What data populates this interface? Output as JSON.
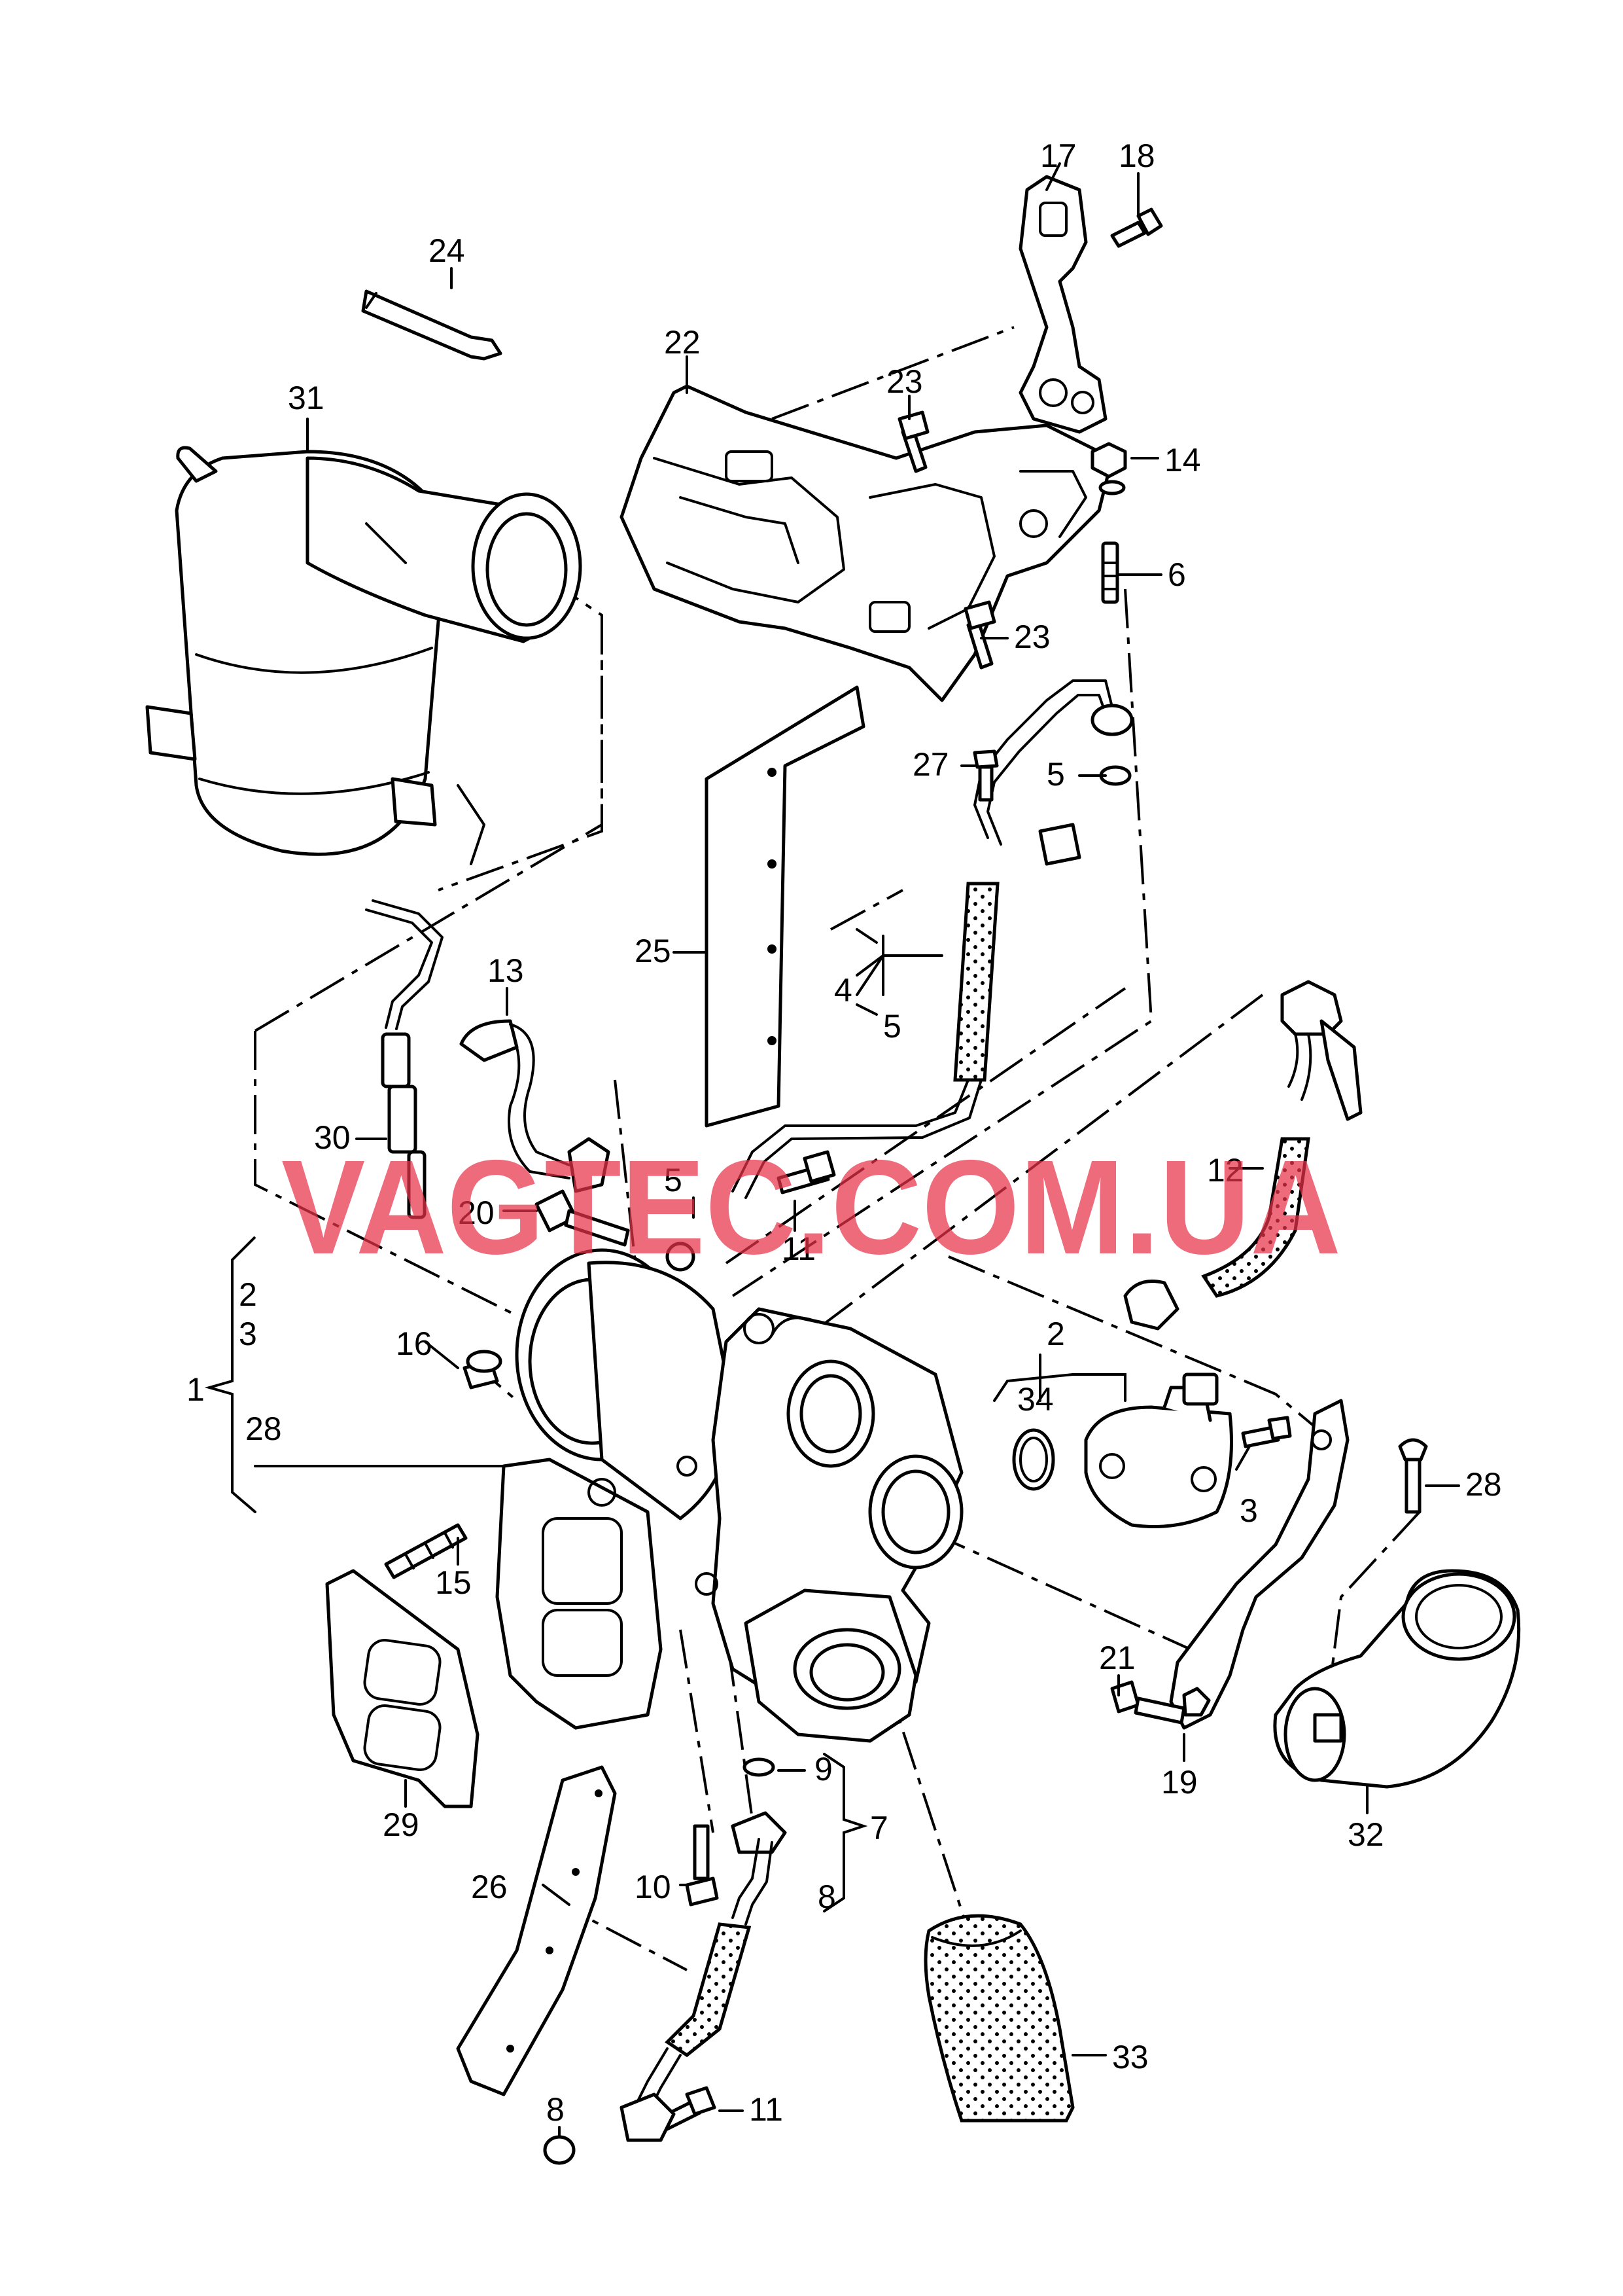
{
  "watermark": "VAGTEC.COM.UA",
  "colors": {
    "line": "#000000",
    "background": "#ffffff",
    "watermark": "#e8324a"
  },
  "callouts": {
    "n1": "1",
    "n2a": "2",
    "n3a": "3",
    "n28a": "28",
    "n2b": "2",
    "n34": "34",
    "n3b": "3",
    "n4": "4",
    "n5a": "5",
    "n5b": "5",
    "n5c": "5",
    "n6": "6",
    "n7": "7",
    "n8a": "8",
    "n8b": "8",
    "n9": "9",
    "n10": "10",
    "n11a": "11",
    "n11b": "11",
    "n12": "12",
    "n13": "13",
    "n14": "14",
    "n15": "15",
    "n16": "16",
    "n17": "17",
    "n18": "18",
    "n19": "19",
    "n20": "20",
    "n21": "21",
    "n22": "22",
    "n23a": "23",
    "n23b": "23",
    "n24": "24",
    "n25": "25",
    "n26": "26",
    "n27": "27",
    "n28b": "28",
    "n29": "29",
    "n30": "30",
    "n31": "31",
    "n32": "32",
    "n33": "33"
  }
}
